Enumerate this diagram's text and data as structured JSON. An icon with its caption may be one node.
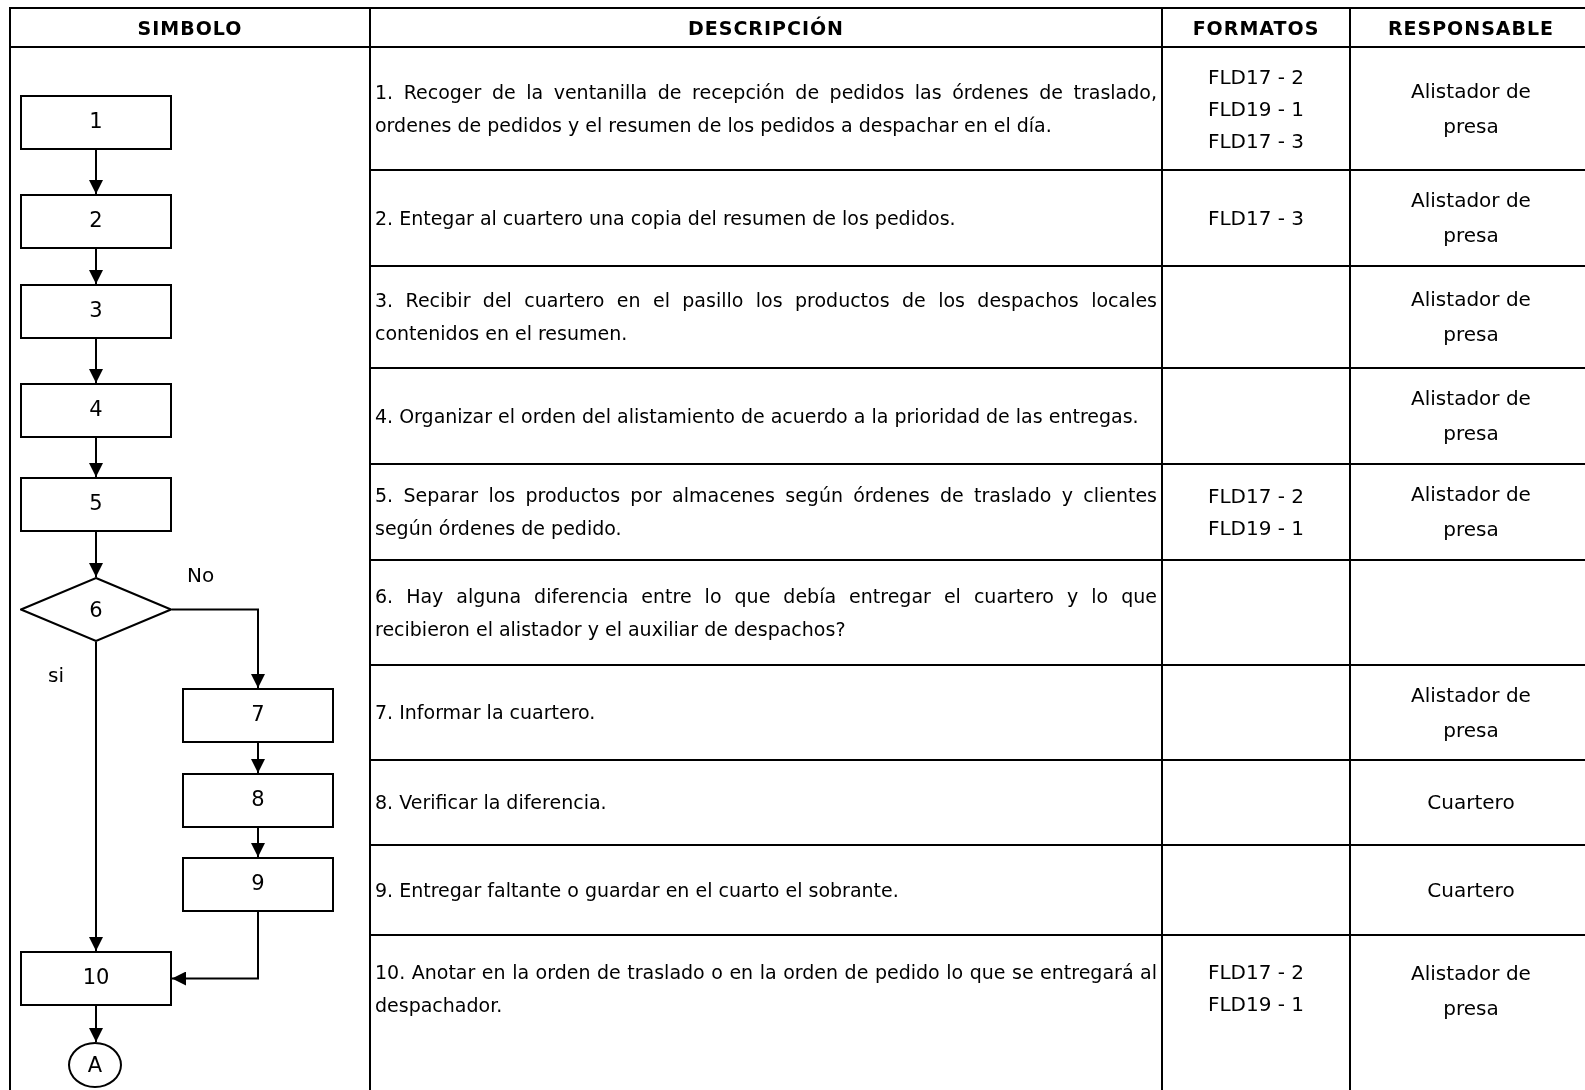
{
  "diagram": {
    "nodes": [
      {
        "text": [
          "1"
        ]
      },
      {
        "text": [
          "2"
        ]
      },
      {
        "text": [
          "3"
        ]
      },
      {
        "text": [
          "4"
        ]
      },
      {
        "text": [
          "5"
        ]
      },
      {
        "text": [
          "6"
        ]
      },
      {
        "text": [
          "7"
        ]
      },
      {
        "text": [
          "8"
        ]
      },
      {
        "text": [
          "9"
        ]
      },
      {
        "text": [
          "10"
        ]
      },
      {
        "text": [
          "A"
        ]
      }
    ],
    "edges": [
      {
        "from": 0,
        "to": 1,
        "arrow": "to"
      },
      {
        "from": 1,
        "to": 2,
        "arrow": "to"
      },
      {
        "from": 2,
        "to": 3,
        "arrow": "to"
      },
      {
        "from": 3,
        "to": 4,
        "arrow": "to"
      },
      {
        "from": 4,
        "to": 5,
        "arrow": "to"
      },
      {
        "from": 5,
        "to": 6,
        "arrow": "to",
        "label": "No"
      },
      {
        "from": 5,
        "to": 9,
        "arrow": "to",
        "label": "si"
      },
      {
        "from": 6,
        "to": 7,
        "arrow": "to"
      },
      {
        "from": 7,
        "to": 8,
        "arrow": "to"
      },
      {
        "from": 8,
        "to": 9,
        "arrow": "to"
      },
      {
        "from": 9,
        "to": 10,
        "arrow": "to"
      }
    ],
    "labels": [
      "SIMBOLO",
      "DESCRIPCIÓN",
      "FORMATOS",
      "RESPONSABLE",
      "1. Recoger de la ventanilla de recepción de pedidos las órdenes de traslado, ordenes de pedidos y el resumen de los pedidos a despachar en el día.",
      "FLD17 - 2",
      "FLD19 - 1",
      "FLD17 - 3",
      "Alistador de presa",
      "2. Entegar al cuartero una copia del resumen de los pedidos.",
      "FLD17 - 3",
      "Alistador de presa",
      "3. Recibir del cuartero en el pasillo los productos de los despachos locales contenidos en el resumen.",
      "Alistador de presa",
      "4. Organizar el orden del alistamiento de acuerdo a la prioridad de las entregas.",
      "Alistador de presa",
      "5. Separar los productos por almacenes según órdenes de traslado y clientes según órdenes de pedido.",
      "FLD17 - 2",
      "FLD19 - 1",
      "Alistador de presa",
      "6. Hay alguna diferencia entre lo que debía entregar el cuartero y lo que recibieron el alistador y el auxiliar de despachos?",
      "7. Informar la cuartero.",
      "Alistador de presa",
      "8. Verificar la diferencia.",
      "Cuartero",
      "9. Entregar faltante o guardar en el cuarto el sobrante.",
      "Cuartero",
      "10. Anotar en la orden de traslado o en la orden de pedido lo que se entregará al despachador.",
      "FLD17 - 2",
      "FLD19 - 1",
      "Alistador de presa"
    ]
  }
}
